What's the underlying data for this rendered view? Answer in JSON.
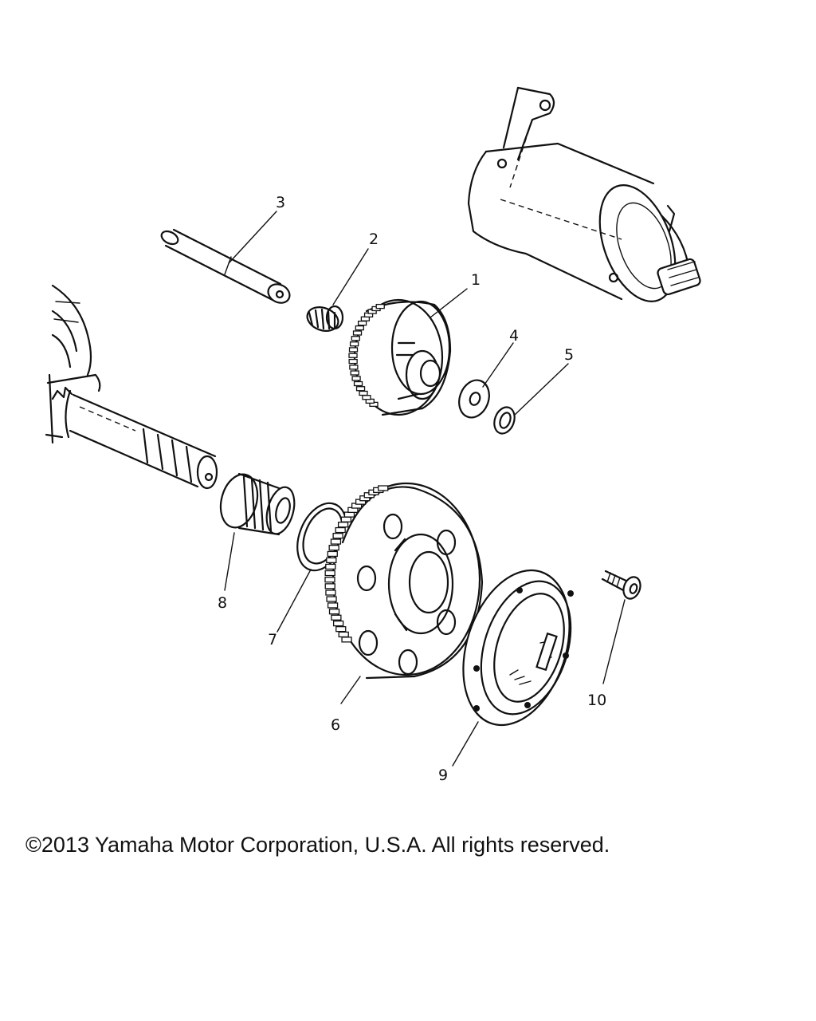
{
  "parts": [
    {
      "callout": "1"
    },
    {
      "callout": "2"
    },
    {
      "callout": "3"
    },
    {
      "callout": "4"
    },
    {
      "callout": "5"
    },
    {
      "callout": "6"
    },
    {
      "callout": "7"
    },
    {
      "callout": "8"
    },
    {
      "callout": "9"
    },
    {
      "callout": "10"
    }
  ],
  "copyright": "©2013 Yamaha Motor Corporation, U.S.A. All rights reserved."
}
